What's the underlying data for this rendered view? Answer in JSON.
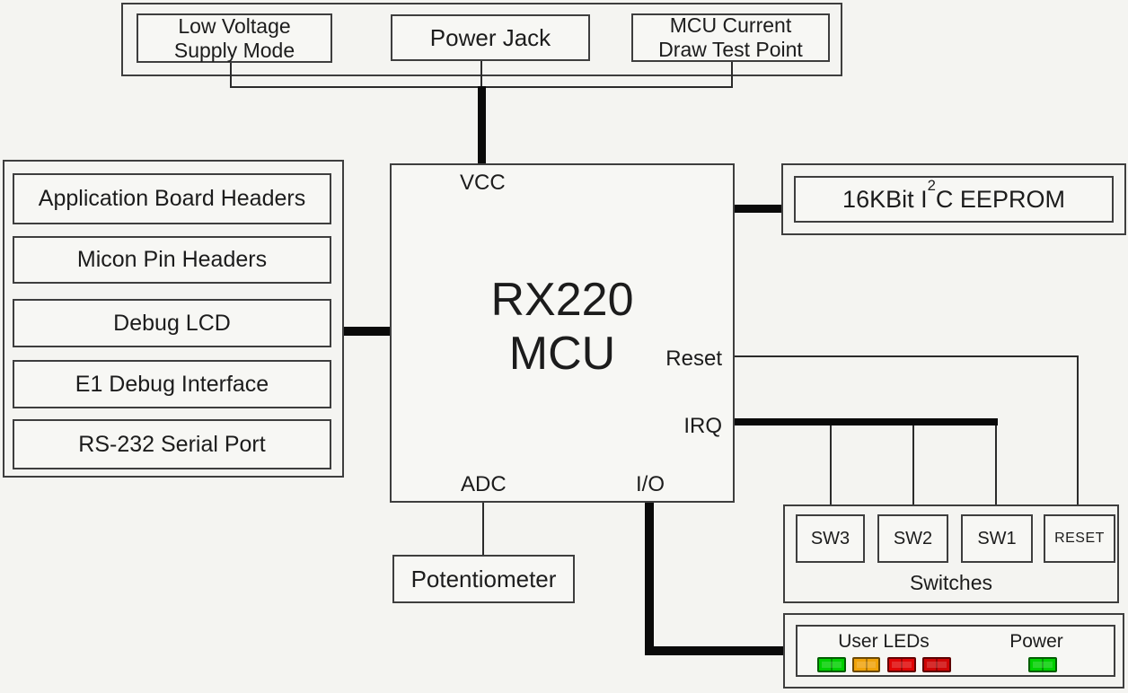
{
  "top_panel": {
    "low_voltage_label": "Low Voltage\nSupply Mode",
    "power_jack_label": "Power Jack",
    "mcu_current_label": "MCU Current\nDraw Test Point"
  },
  "left_panel": {
    "items": [
      "Application Board Headers",
      "Micon Pin Headers",
      "Debug LCD",
      "E1 Debug Interface",
      "RS-232 Serial Port"
    ]
  },
  "mcu": {
    "name": "RX220\nMCU",
    "pins": {
      "vcc": "VCC",
      "reset": "Reset",
      "irq": "IRQ",
      "adc": "ADC",
      "io": "I/O"
    }
  },
  "eeprom": {
    "label_pre": "16KBit I",
    "label_sup": "2",
    "label_post": "C EEPROM"
  },
  "switches": {
    "title": "Switches",
    "buttons": [
      "SW3",
      "SW2",
      "SW1",
      "RESET"
    ]
  },
  "potentiometer_label": "Potentiometer",
  "led_panel": {
    "user_leds_label": "User LEDs",
    "power_label": "Power",
    "user_led_colors": [
      "#00d000",
      "#f0a30a",
      "#e00505",
      "#cf0505"
    ],
    "power_led_color": "#00d000"
  },
  "colors": {
    "background": "#f4f4f1",
    "box_border": "#3e3e3e",
    "line": "#2b2b2b",
    "thick_line": "#0a0a0a",
    "text": "#1c1c1c"
  }
}
